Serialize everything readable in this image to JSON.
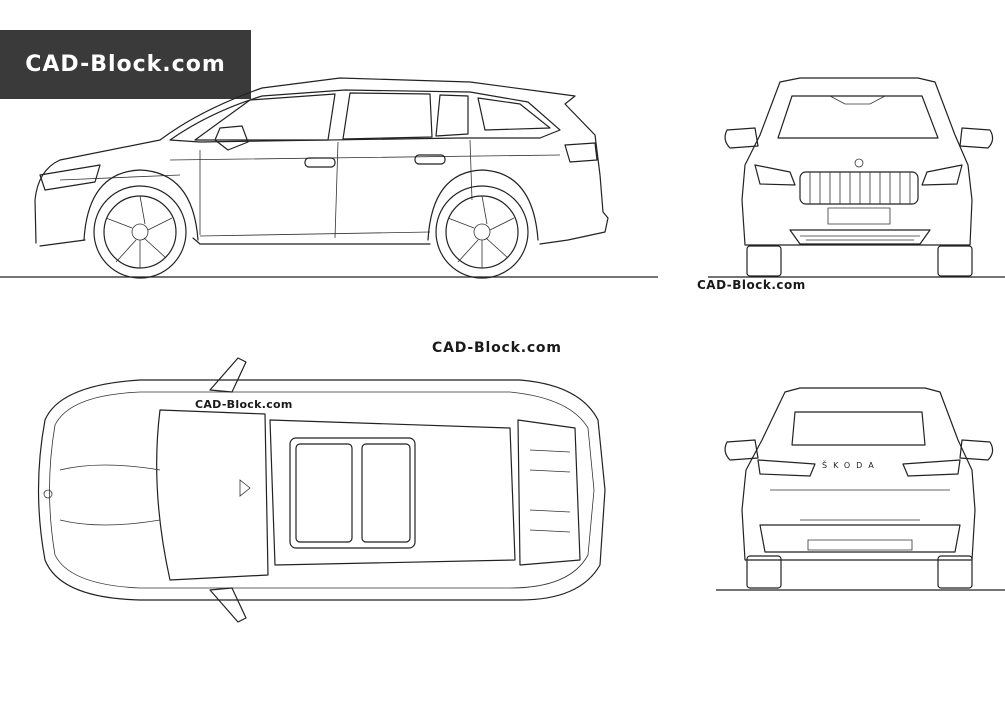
{
  "watermark_banner": {
    "text": "CAD-Block.com"
  },
  "watermarks": {
    "front": "CAD-Block.com",
    "middle": "CAD-Block.com",
    "top": "CAD-Block.com"
  },
  "rear_badge": {
    "text": "ŠKODA"
  },
  "colors": {
    "banner_bg": "#3a3a3a",
    "banner_text": "#ffffff",
    "line": "#222222"
  }
}
